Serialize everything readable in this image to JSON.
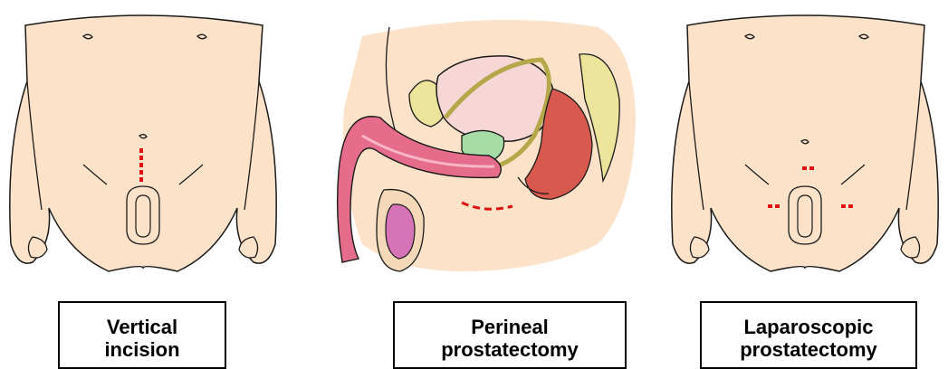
{
  "panels": [
    {
      "caption": "Vertical\nincision"
    },
    {
      "caption": "Perineal\nprostatectomy"
    },
    {
      "caption": "Laparoscopic\nprostatectomy"
    }
  ],
  "colors": {
    "skin": "#fbe2c8",
    "outline": "#1a1a1a",
    "incision": "#e01010",
    "bladder": "#f7d6d6",
    "urethra": "#e56d8b",
    "rectum": "#d85a4e",
    "prostate": "#a6dca6",
    "seminal": "#ece49a"
  }
}
